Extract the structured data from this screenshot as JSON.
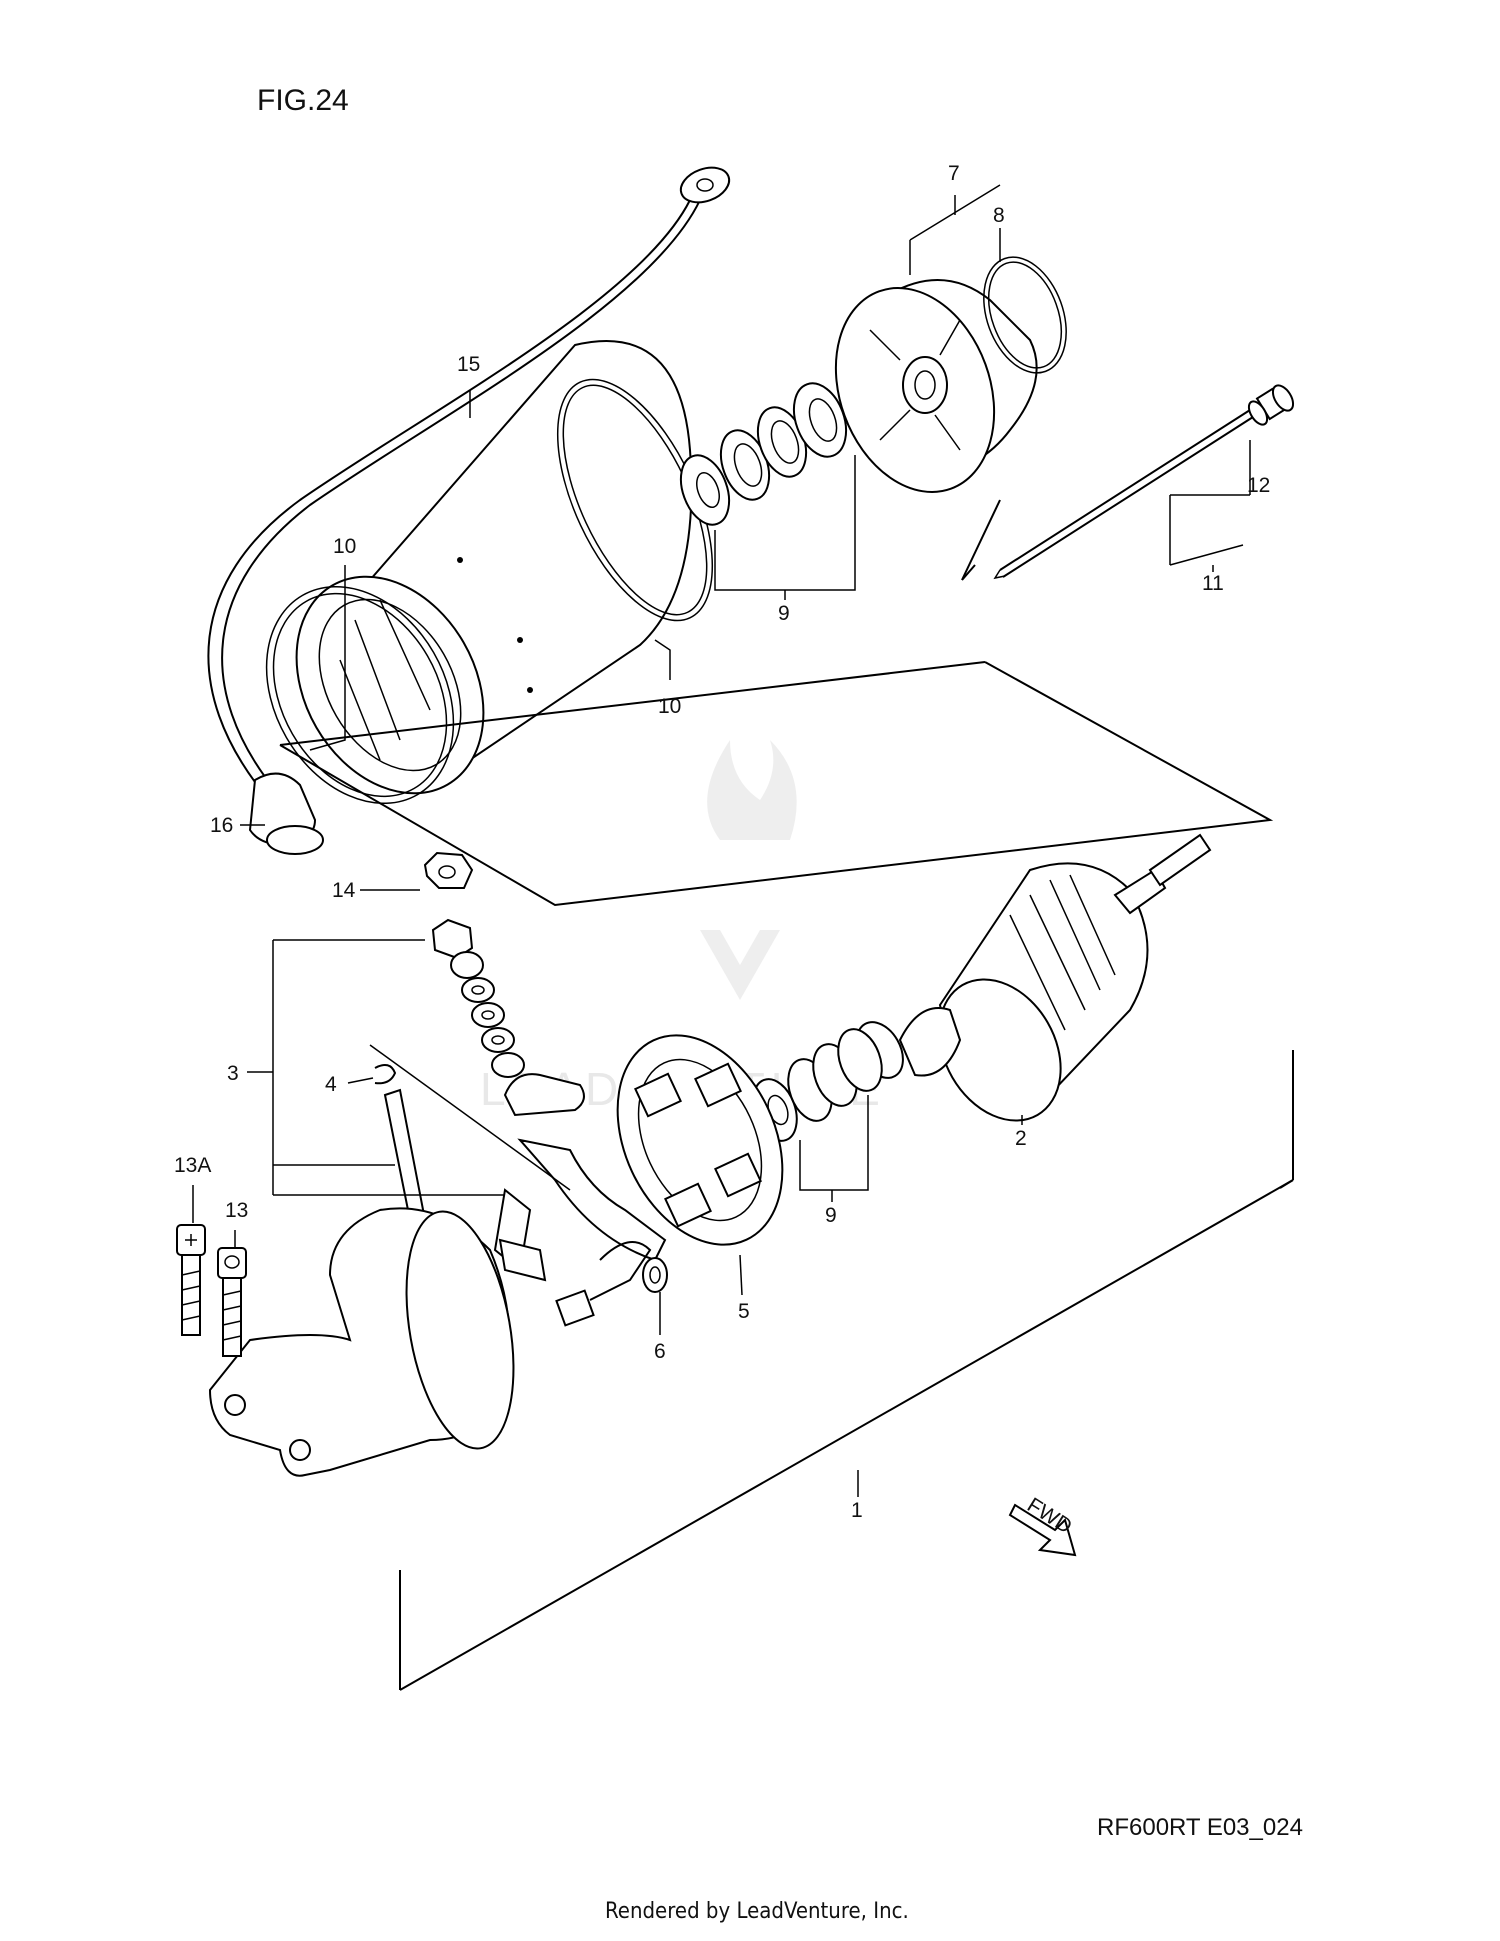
{
  "figure_title": "FIG.24",
  "diagram_code": "RF600RT E03_024",
  "credit": "Rendered by LeadVenture, Inc.",
  "watermark": "LEADVENTURE",
  "fwd_badge": "FWD",
  "callouts": {
    "c1": "1",
    "c2": "2",
    "c3": "3",
    "c4": "4",
    "c5": "5",
    "c6": "6",
    "c7": "7",
    "c8": "8",
    "c9a": "9",
    "c9b": "9",
    "c10a": "10",
    "c10b": "10",
    "c11": "11",
    "c12": "12",
    "c13": "13",
    "c13a": "13A",
    "c14": "14",
    "c15": "15",
    "c16": "16"
  }
}
